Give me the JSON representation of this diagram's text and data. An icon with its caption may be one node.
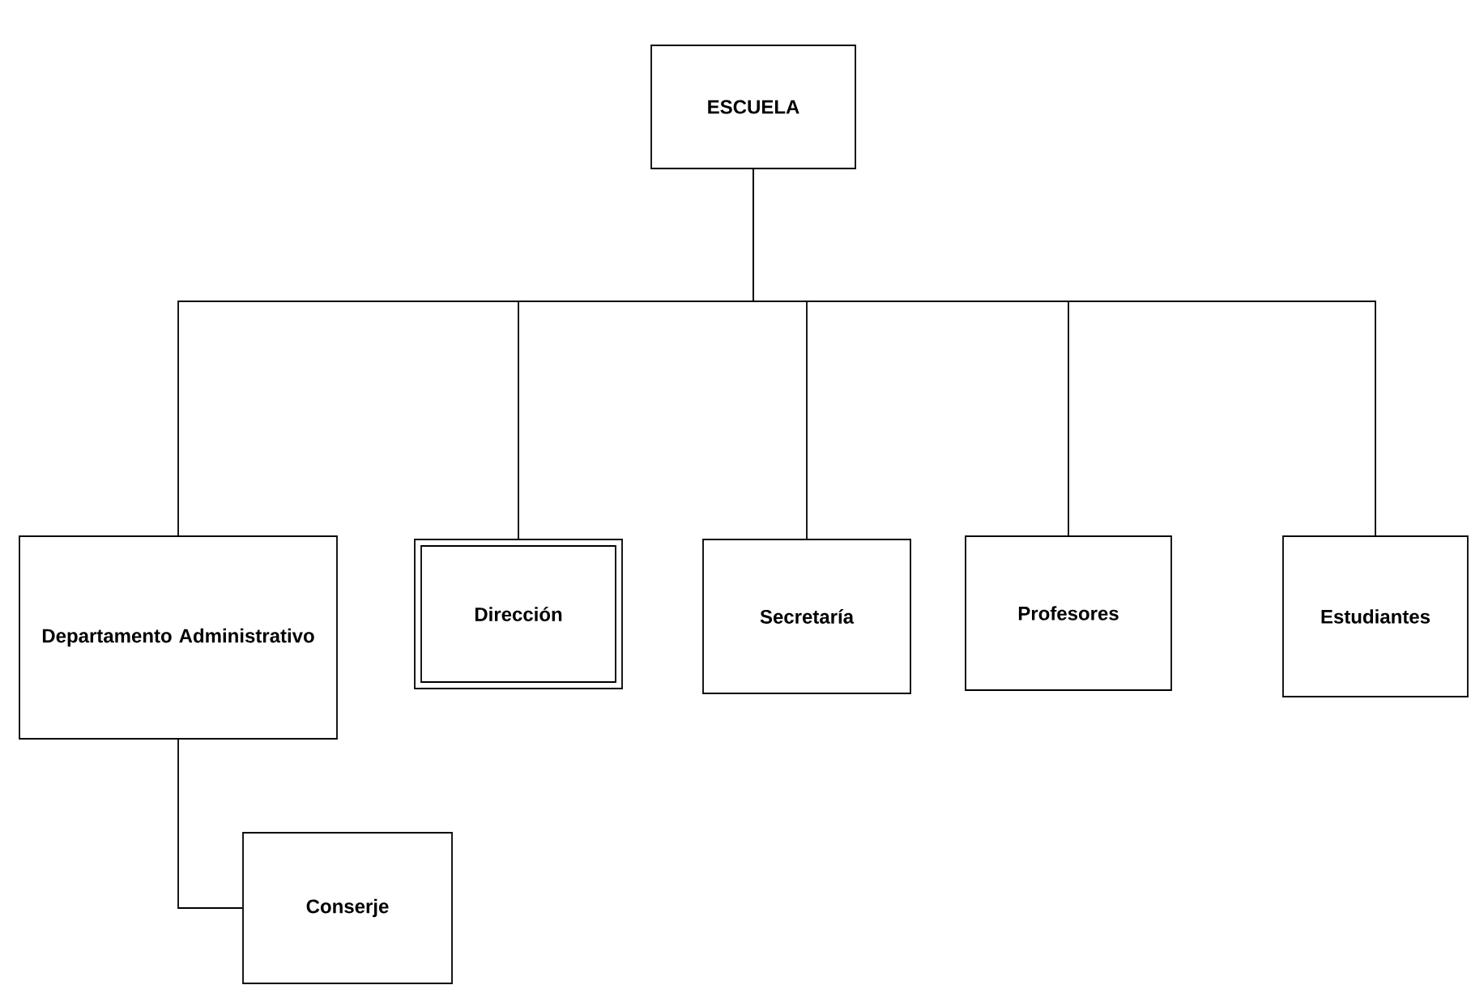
{
  "diagram": {
    "nodes": [
      {
        "text": [
          "ESCUELA"
        ]
      },
      {
        "text": [
          "Departamento Administrativo"
        ]
      },
      {
        "text": [
          "Dirección"
        ]
      },
      {
        "text": [
          "Secretaría"
        ]
      },
      {
        "text": [
          "Profesores"
        ]
      },
      {
        "text": [
          "Estudiantes"
        ]
      },
      {
        "text": [
          "Conserje"
        ]
      }
    ],
    "edges": [
      {
        "from": 0,
        "to": 1,
        "arrow": "none"
      },
      {
        "from": 0,
        "to": 2,
        "arrow": "none"
      },
      {
        "from": 0,
        "to": 3,
        "arrow": "none"
      },
      {
        "from": 0,
        "to": 4,
        "arrow": "none"
      },
      {
        "from": 0,
        "to": 5,
        "arrow": "none"
      },
      {
        "from": 1,
        "to": 6,
        "arrow": "none"
      }
    ]
  }
}
